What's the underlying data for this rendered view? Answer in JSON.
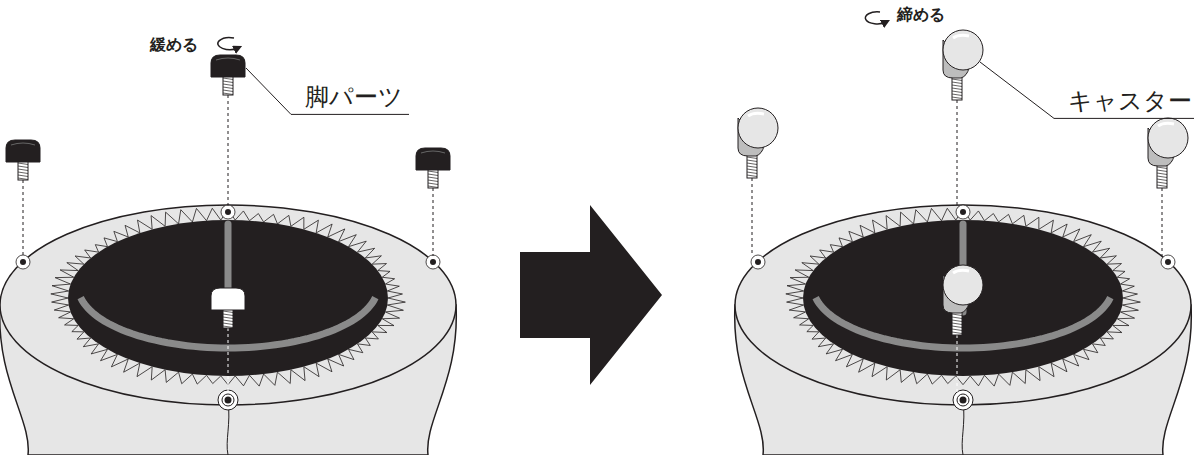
{
  "diagram": {
    "labels": [
      "緩める",
      "脚パーツ",
      "締める",
      "キャスター"
    ]
  }
}
